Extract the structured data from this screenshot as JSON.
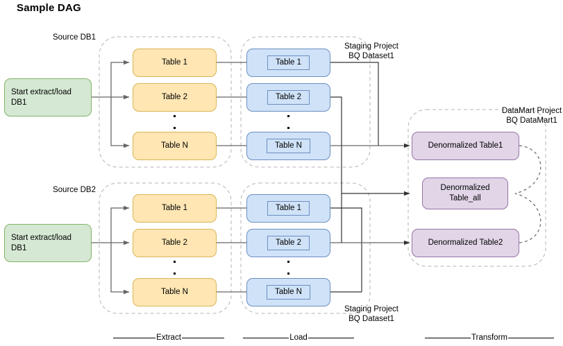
{
  "page": {
    "title": "Sample DAG"
  },
  "group_labels": [
    {
      "name": "source-db1-label",
      "text": "Source DB1"
    },
    {
      "name": "source-db2-label",
      "text": "Source DB2"
    },
    {
      "name": "staging-project-top-label",
      "text": "Staging Project\nBQ Dataset1"
    },
    {
      "name": "staging-project-bottom-label",
      "text": "Staging Project\nBQ Dataset1"
    },
    {
      "name": "datamart-project-label",
      "text": "DataMart Project\nBQ DataMart1"
    }
  ],
  "extract": {
    "start_db1": "Start extract/load\nDB1",
    "start_db2": "Start extract/load\nDB1",
    "row1_tables": [
      "Table 1",
      "Table 2",
      "Table N"
    ],
    "row2_tables": [
      "Table 1",
      "Table 2",
      "Table N"
    ]
  },
  "load": {
    "row1_tables": [
      "Table 1",
      "Table 2",
      "Table N"
    ],
    "row2_tables": [
      "Table 1",
      "Table 2",
      "Table N"
    ]
  },
  "transform": {
    "tables": [
      "Denormalized Table1",
      "Denormalized\nTable_all",
      "Denormalized Table2"
    ]
  },
  "phases": [
    {
      "name": "phase-extract",
      "label": "Extract"
    },
    {
      "name": "phase-load",
      "label": "Load"
    },
    {
      "name": "phase-transform",
      "label": "Transform"
    }
  ],
  "colors": {
    "green_fill": "#d5e8d4",
    "green_stroke": "#82b366",
    "yellow_fill": "#ffe6b3",
    "yellow_stroke": "#d6b656",
    "blue_fill": "#cfe2f8",
    "blue_stroke": "#6c8ebf",
    "purple_fill": "#e1d5e7",
    "purple_stroke": "#9673a6",
    "edge": "#666666",
    "container_dash": "#b3b3b3"
  }
}
